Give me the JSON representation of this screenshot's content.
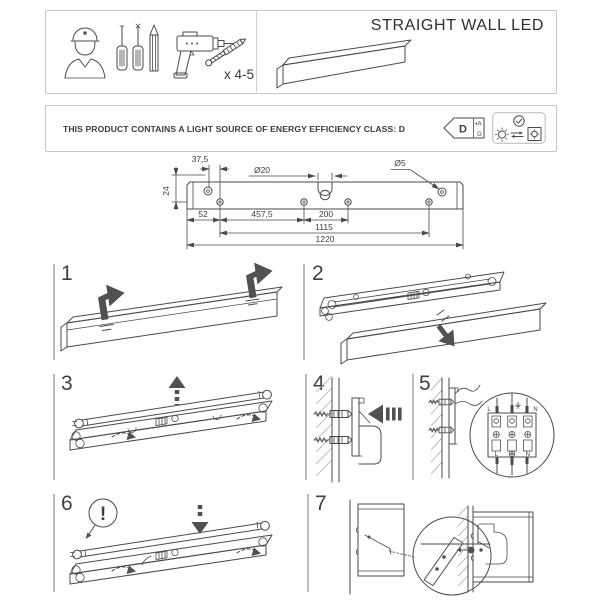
{
  "colors": {
    "line": "#4a4a4a",
    "box_border": "#c6c6c6",
    "arrow_fill": "#515151",
    "hatch": "#a9a9a9"
  },
  "header": {
    "title": "STRAIGHT WALL LED",
    "anchor_count": "x 4-5"
  },
  "notice": {
    "text": "THIS PRODUCT CONTAINS A LIGHT SOURCE OF ENERGY EFFICIENCY CLASS: D",
    "energy_class": "D",
    "scale_top": "A",
    "scale_bottom": "G"
  },
  "dimensions": {
    "hole_offset": "37,5",
    "vertical_offset": "24",
    "slot_diameter": "Ø20",
    "hole_diameter": "Ø5",
    "edge_to_first_hole": "52",
    "hole_spacing_a": "457,5",
    "hole_spacing_b": "200",
    "mounting_span": "1115",
    "total_length": "1220"
  },
  "steps": {
    "s1": "1",
    "s2": "2",
    "s3": "3",
    "s4": "4",
    "s5": "5",
    "s6": "6",
    "s7": "7"
  },
  "wiring": {
    "line_top": "L",
    "neutral_top": "N",
    "line_bottom": "L",
    "neutral_bottom": "N"
  },
  "warning": {
    "mark": "!"
  }
}
